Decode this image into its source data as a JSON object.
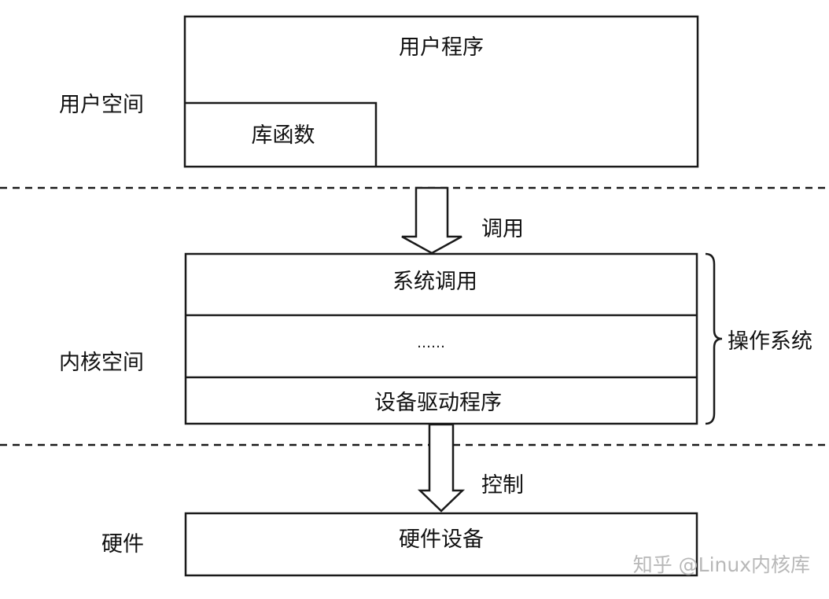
{
  "regions": {
    "user_space": "用户空间",
    "kernel_space": "内核空间",
    "hardware": "硬件"
  },
  "boxes": {
    "user_program": "用户程序",
    "library_functions": "库函数",
    "system_call": "系统调用",
    "ellipsis": "……",
    "device_driver": "设备驱动程序",
    "hardware_device": "硬件设备"
  },
  "arrows": {
    "call": "调用",
    "control": "控制"
  },
  "brace_label": "操作系统",
  "watermark": "知乎 @Linux内核库"
}
